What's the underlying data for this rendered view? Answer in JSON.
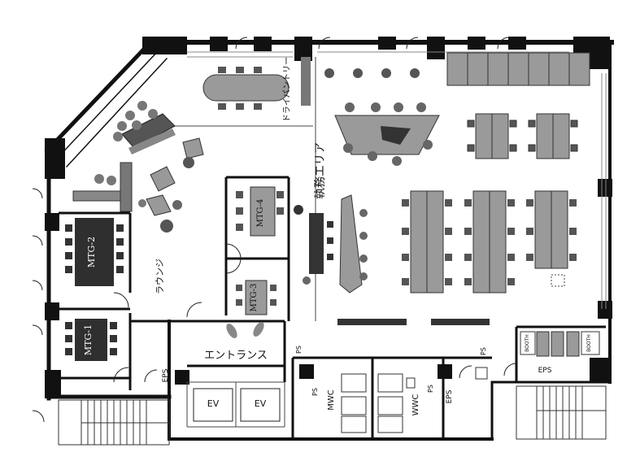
{
  "rooms": {
    "mtg2": "MTG-2",
    "mtg1": "MTG-1",
    "mtg4": "MTG-4",
    "mtg3": "MTG-3",
    "lounge": "ラウンジ",
    "dry_pantry": "ドライパントリー",
    "work_area": "執務エリア",
    "entrance": "エントランス",
    "ev1": "EV",
    "ev2": "EV",
    "mwc": "MWC",
    "wwc": "WWC",
    "eps_left": "EPS",
    "eps_mid": "EPS",
    "eps_right": "EPS",
    "ps_a": "PS",
    "ps_b": "PS",
    "ps_c": "PS",
    "ps_d": "PS",
    "booth_left": "BOOTH",
    "booth_right": "BOOTH"
  },
  "colors": {
    "wall": "#111111",
    "meeting_table": "#2f2f2f",
    "desk": "#9a9a9a",
    "chair": "#555555",
    "furniture_light": "#c4c4c4"
  }
}
